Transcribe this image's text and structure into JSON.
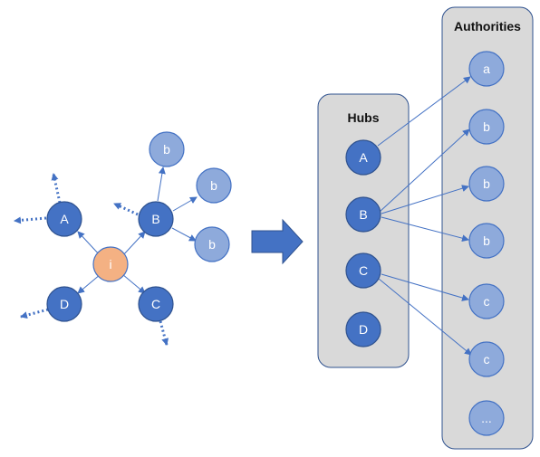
{
  "colors": {
    "node_dark": "#4472c4",
    "node_light": "#8eaadb",
    "node_center": "#f4b183",
    "panel_fill": "#d9d9d9",
    "edge": "#4472c4",
    "arrow": "#4472c4"
  },
  "left_graph": {
    "center": "i",
    "primary": [
      "A",
      "B",
      "C",
      "D"
    ],
    "secondary": [
      "b",
      "b",
      "b"
    ]
  },
  "hubs": {
    "title": "Hubs",
    "nodes": [
      "A",
      "B",
      "C",
      "D"
    ]
  },
  "authorities": {
    "title": "Authorities",
    "nodes": [
      "a",
      "b",
      "b",
      "b",
      "c",
      "c",
      "..."
    ]
  },
  "links": [
    {
      "from": "A",
      "to": "a"
    },
    {
      "from": "B",
      "to": "b"
    },
    {
      "from": "B",
      "to": "b"
    },
    {
      "from": "B",
      "to": "b"
    },
    {
      "from": "C",
      "to": "c"
    },
    {
      "from": "C",
      "to": "c"
    }
  ]
}
